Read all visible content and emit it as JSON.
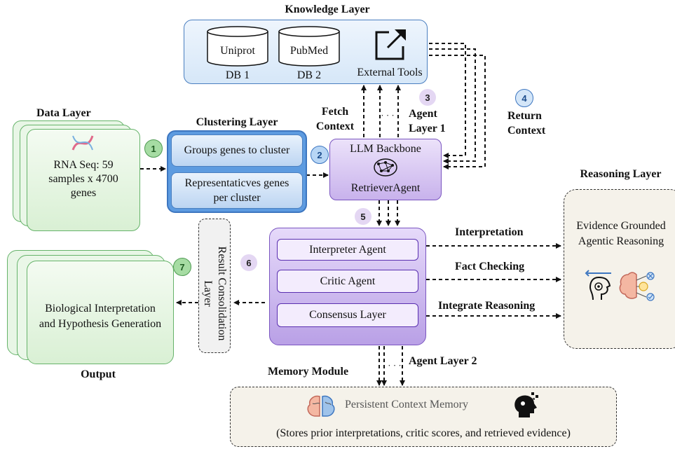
{
  "knowledge_layer": {
    "title": "Knowledge Layer",
    "db1_name": "Uniprot",
    "db1_label": "DB 1",
    "db2_name": "PubMed",
    "db2_label": "DB 2",
    "tools_label": "External Tools"
  },
  "data_layer": {
    "title": "Data Layer",
    "text_line1": "RNA Seq: 59",
    "text_line2": "samples x 4700",
    "text_line3": "genes"
  },
  "clustering_layer": {
    "title": "Clustering Layer",
    "box1": "Groups genes to cluster",
    "box2_line1": "Representaticves genes",
    "box2_line2": "per cluster"
  },
  "llm": {
    "title": "LLM Backbone",
    "agent": "RetrieverAgent"
  },
  "edge_labels": {
    "fetch_line1": "Fetch",
    "fetch_line2": "Context",
    "agent1_line1": "Agent",
    "agent1_line2": "Layer 1",
    "return_line1": "Return",
    "return_line2": "Context",
    "dots": "· · ·",
    "interpretation": "Interpretation",
    "fact_checking": "Fact Checking",
    "integrate": "Integrate Reasoning",
    "agent_layer2": "Agent Layer 2"
  },
  "steps": [
    "1",
    "2",
    "3",
    "4",
    "5",
    "6",
    "7"
  ],
  "agent_block": {
    "interpreter": "Interpreter Agent",
    "critic": "Critic Agent",
    "consensus": "Consensus Layer"
  },
  "reasoning_layer": {
    "title": "Reasoning Layer",
    "line1": "Evidence Grounded",
    "line2": "Agentic Reasoning"
  },
  "consolidation": {
    "line1": "Result Consolidation",
    "line2": "Layer"
  },
  "output": {
    "title": "Output",
    "line1": "Biological Interpretation",
    "line2": "and Hypothesis Generation"
  },
  "memory": {
    "title": "Memory Module",
    "heading": "Persistent Context Memory",
    "desc": "(Stores prior interpretations, critic scores, and retrieved evidence)"
  },
  "colors": {
    "step1": "#7cc67f",
    "step2": "#6fa8e8",
    "step3": "#d9c6ee",
    "step4": "#7fb3e6",
    "step5": "#d9c6ee",
    "step6": "#d9c6ee",
    "step7": "#7cc67f"
  }
}
